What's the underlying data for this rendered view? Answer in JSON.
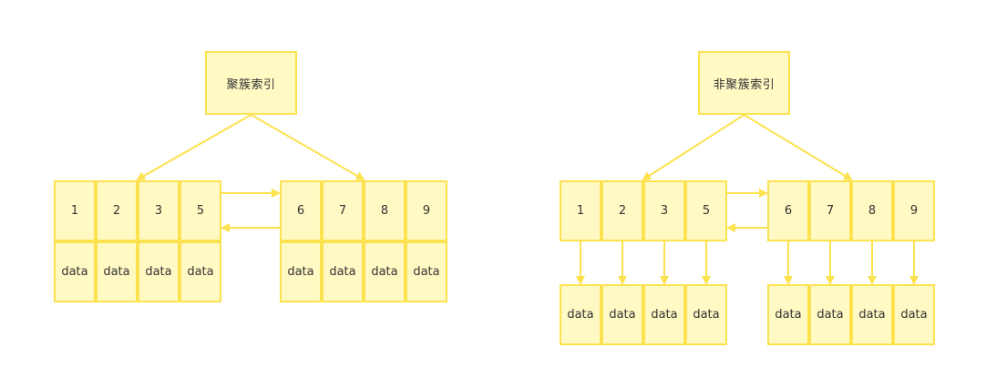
{
  "colors": {
    "fill": "#fff9c4",
    "stroke": "#fde24f",
    "arrow": "#fde24f",
    "text": "#333333"
  },
  "clustered": {
    "root_label": "聚簇索引",
    "left_keys": [
      "1",
      "2",
      "3",
      "5"
    ],
    "right_keys": [
      "6",
      "7",
      "8",
      "9"
    ],
    "left_data": [
      "data",
      "data",
      "data",
      "data"
    ],
    "right_data": [
      "data",
      "data",
      "data",
      "data"
    ]
  },
  "nonclustered": {
    "root_label": "非聚簇索引",
    "left_keys": [
      "1",
      "2",
      "3",
      "5"
    ],
    "right_keys": [
      "6",
      "7",
      "8",
      "9"
    ],
    "left_data": [
      "data",
      "data",
      "data",
      "data"
    ],
    "right_data": [
      "data",
      "data",
      "data",
      "data"
    ]
  }
}
